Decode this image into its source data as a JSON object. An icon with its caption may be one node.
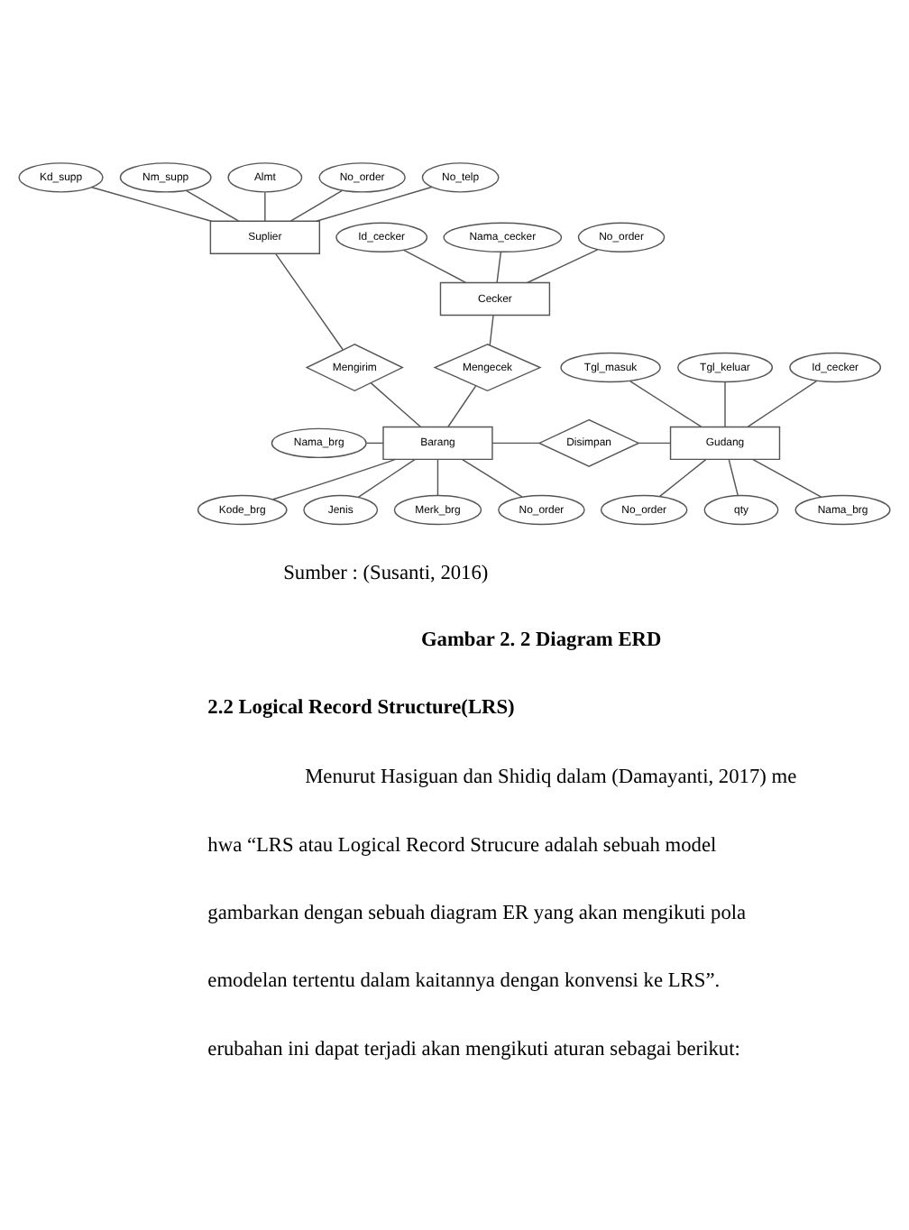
{
  "diagram": {
    "nodes": [
      {
        "text": [
          "Kd_supp"
        ]
      },
      {
        "text": [
          "Nm_supp"
        ]
      },
      {
        "text": [
          "Almt"
        ]
      },
      {
        "text": [
          "No_order"
        ]
      },
      {
        "text": [
          "No_telp"
        ]
      },
      {
        "text": [
          "Suplier"
        ]
      },
      {
        "text": [
          "Id_cecker"
        ]
      },
      {
        "text": [
          "Nama_cecker"
        ]
      },
      {
        "text": [
          "No_order"
        ]
      },
      {
        "text": [
          "Cecker"
        ]
      },
      {
        "text": [
          "Mengirim"
        ]
      },
      {
        "text": [
          "Mengecek"
        ]
      },
      {
        "text": [
          "Tgl_masuk"
        ]
      },
      {
        "text": [
          "Tgl_keluar"
        ]
      },
      {
        "text": [
          "Id_cecker"
        ]
      },
      {
        "text": [
          "Nama_brg"
        ]
      },
      {
        "text": [
          "Barang"
        ]
      },
      {
        "text": [
          "Disimpan"
        ]
      },
      {
        "text": [
          "Gudang"
        ]
      },
      {
        "text": [
          "Kode_brg"
        ]
      },
      {
        "text": [
          "Jenis"
        ]
      },
      {
        "text": [
          "Merk_brg"
        ]
      },
      {
        "text": [
          "No_order"
        ]
      },
      {
        "text": [
          "No_order"
        ]
      },
      {
        "text": [
          "qty"
        ]
      },
      {
        "text": [
          "Nama_brg"
        ]
      }
    ],
    "edges": [
      {
        "from": 0,
        "to": 5,
        "arrow": "none"
      },
      {
        "from": 1,
        "to": 5,
        "arrow": "none"
      },
      {
        "from": 2,
        "to": 5,
        "arrow": "none"
      },
      {
        "from": 3,
        "to": 5,
        "arrow": "none"
      },
      {
        "from": 4,
        "to": 5,
        "arrow": "none"
      },
      {
        "from": 6,
        "to": 9,
        "arrow": "none"
      },
      {
        "from": 7,
        "to": 9,
        "arrow": "none"
      },
      {
        "from": 8,
        "to": 9,
        "arrow": "none"
      },
      {
        "from": 5,
        "to": 10,
        "arrow": "none"
      },
      {
        "from": 10,
        "to": 16,
        "arrow": "none"
      },
      {
        "from": 9,
        "to": 11,
        "arrow": "none"
      },
      {
        "from": 11,
        "to": 16,
        "arrow": "none"
      },
      {
        "from": 15,
        "to": 16,
        "arrow": "none"
      },
      {
        "from": 16,
        "to": 17,
        "arrow": "none"
      },
      {
        "from": 17,
        "to": 18,
        "arrow": "none"
      },
      {
        "from": 12,
        "to": 18,
        "arrow": "none"
      },
      {
        "from": 13,
        "to": 18,
        "arrow": "none"
      },
      {
        "from": 14,
        "to": 18,
        "arrow": "none"
      },
      {
        "from": 16,
        "to": 19,
        "arrow": "none"
      },
      {
        "from": 16,
        "to": 20,
        "arrow": "none"
      },
      {
        "from": 16,
        "to": 21,
        "arrow": "none"
      },
      {
        "from": 16,
        "to": 22,
        "arrow": "none"
      },
      {
        "from": 18,
        "to": 23,
        "arrow": "none"
      },
      {
        "from": 18,
        "to": 24,
        "arrow": "none"
      },
      {
        "from": 18,
        "to": 25,
        "arrow": "none"
      }
    ],
    "labels": [
      "Sumber : (Susanti, 2016)",
      "Gambar 2. 2 Diagram ERD",
      "2.2 Logical Record Structure(LRS)",
      "Menurut Hasiguan dan Shidiq dalam (Damayanti, 2017) me",
      "hwa “LRS atau Logical Record Strucure adalah sebuah model",
      "gambarkan dengan sebuah diagram ER yang akan mengikuti pola",
      "emodelan tertentu dalam kaitannya dengan konvensi ke LRS”.",
      "erubahan ini dapat terjadi akan mengikuti aturan sebagai berikut:"
    ]
  }
}
